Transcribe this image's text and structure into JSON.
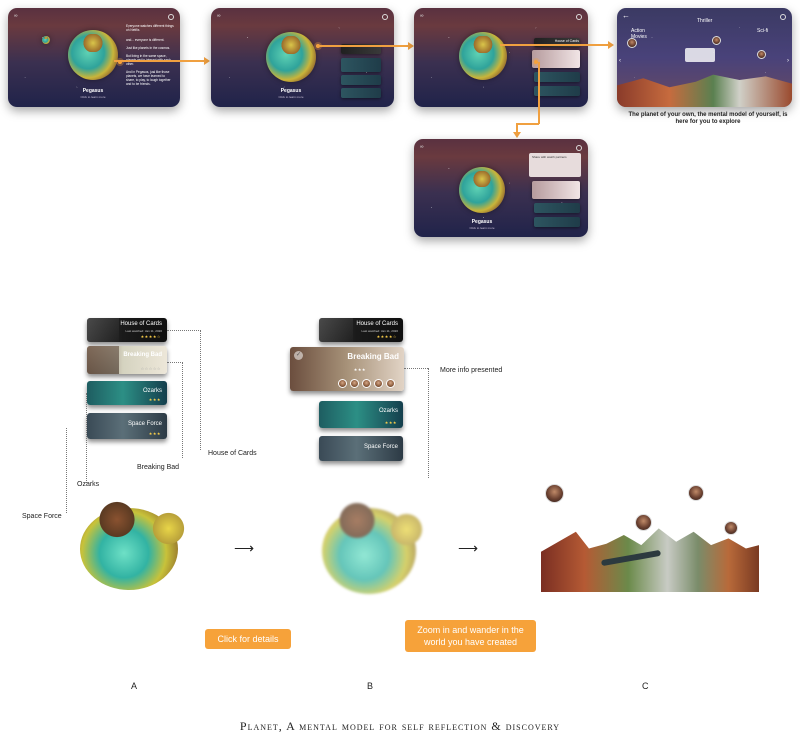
{
  "flow": {
    "screen1": {
      "planet_name": "Pegasus",
      "planet_sub": "Click to learn more",
      "paragraphs": [
        "Everyone watches different things on Netflix.",
        "and... everyone is different.",
        "Just like planets in the cosmos.",
        "But living in the same space, planets get to interact with each other.",
        "And in Pegasus, just like those planets, we have learned to share, to play, to laugh together and to be friends."
      ]
    },
    "screen2": {
      "planet_name": "Pegasus",
      "planet_sub": "Click to learn more"
    },
    "screen3": {
      "card_title": "House of Cards"
    },
    "screen4": {
      "genres": [
        "Action Movies",
        "Thriller",
        "Sci-fi"
      ]
    },
    "screen5": {
      "planet_name": "Pegasus",
      "planet_sub": "Click to learn more",
      "panel_title": "Share with watch partners"
    },
    "screen4_caption": "The planet of your own, the mental model of yourself, is here for you to explore"
  },
  "section_a": {
    "cards": [
      {
        "title": "House of Cards",
        "sub": "Last watched: Jan 11, 2020",
        "stars": "★★★★☆"
      },
      {
        "title": "Breaking Bad",
        "sub": "",
        "stars": "☆☆☆☆☆"
      },
      {
        "title": "Ozarks",
        "sub": "",
        "stars": "★★★"
      },
      {
        "title": "Space Force",
        "sub": "",
        "stars": "★★★"
      }
    ],
    "annotations": {
      "house_of_cards": "House of Cards",
      "breaking_bad": "Breaking Bad",
      "ozarks": "Ozarks",
      "space_force": "Space Force"
    },
    "button": "Click for details",
    "letter": "A"
  },
  "section_b": {
    "cards": [
      {
        "title": "House of Cards",
        "sub": "Last watched: Jan 11, 2020",
        "stars": "★★★★☆"
      },
      {
        "title": "Breaking Bad",
        "sub": "",
        "stars": "★★★"
      },
      {
        "title": "Ozarks",
        "sub": "",
        "stars": "★★★"
      },
      {
        "title": "Space Force",
        "sub": "",
        "stars": ""
      }
    ],
    "annotation": "More info presented",
    "button": "Zoom in and wander in the world you have created",
    "letter": "B"
  },
  "section_c": {
    "letter": "C"
  },
  "footer": "Planet, A mental model for self reflection & discovery",
  "colors": {
    "accent": "#f6a23a",
    "space_top": "#5a3140",
    "space_bottom": "#20234a"
  }
}
